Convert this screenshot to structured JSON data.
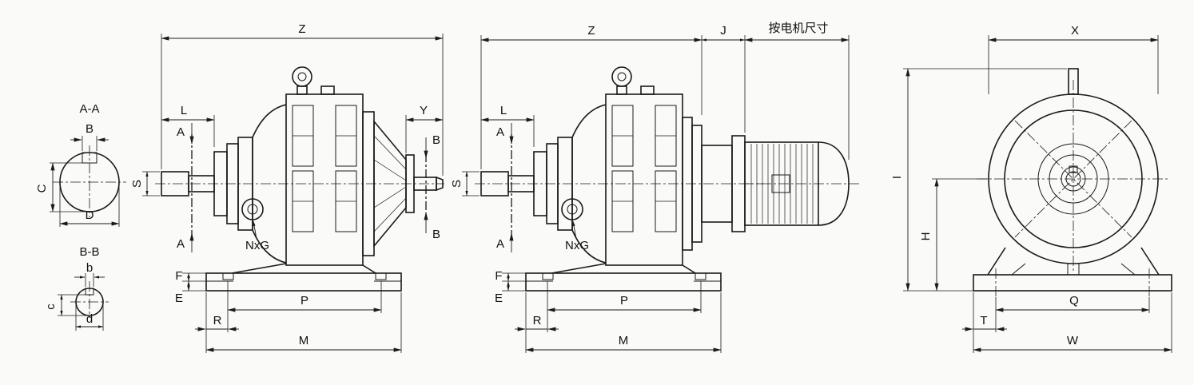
{
  "section_aa": {
    "title": "A-A",
    "dim_b": "B",
    "dim_c": "C",
    "dim_d": "D"
  },
  "section_bb": {
    "title": "B-B",
    "dim_b": "b",
    "dim_c": "c",
    "dim_d": "d"
  },
  "view1": {
    "dim_z": "Z",
    "dim_l": "L",
    "dim_s": "S",
    "dim_y": "Y",
    "cut_a_top": "A",
    "cut_a_bottom": "A",
    "cut_b_top": "B",
    "cut_b_bottom": "B",
    "holes_note": "NxG",
    "dim_f": "F",
    "dim_e": "E",
    "dim_p": "P",
    "dim_r": "R",
    "dim_m": "M"
  },
  "view2": {
    "dim_z": "Z",
    "dim_j": "J",
    "motor_note": "按电机尺寸",
    "dim_l": "L",
    "dim_s": "S",
    "cut_a_top": "A",
    "cut_a_bottom": "A",
    "holes_note": "NxG",
    "dim_f": "F",
    "dim_e": "E",
    "dim_p": "P",
    "dim_r": "R",
    "dim_m": "M"
  },
  "view3": {
    "dim_x": "X",
    "dim_i": "I",
    "dim_h": "H",
    "dim_q": "Q",
    "dim_t": "T",
    "dim_w": "W"
  },
  "colors": {
    "line": "#1a1a1a",
    "background": "#fafaf8"
  }
}
